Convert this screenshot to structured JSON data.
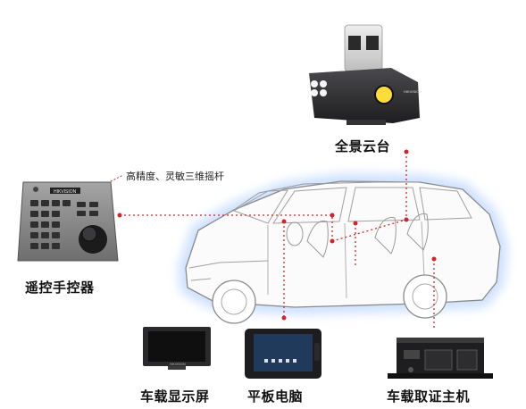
{
  "labels": {
    "panoramic_ptz": "全景云台",
    "joystick_controller": "遥控手控器",
    "vehicle_display": "车载显示屏",
    "tablet": "平板电脑",
    "evidence_host": "车载取证主机"
  },
  "callout": {
    "joystick_feature": "高精度、灵敏三维摇杆"
  },
  "device_logos": {
    "ptz_brand": "HIKVISION",
    "keyboard_brand": "HIKVISION",
    "display_brand": "HIKVISION"
  },
  "colors": {
    "dot_line": "#d0262b",
    "car_glow": "#bcd6ff",
    "device_dark": "#2b2b2d"
  }
}
